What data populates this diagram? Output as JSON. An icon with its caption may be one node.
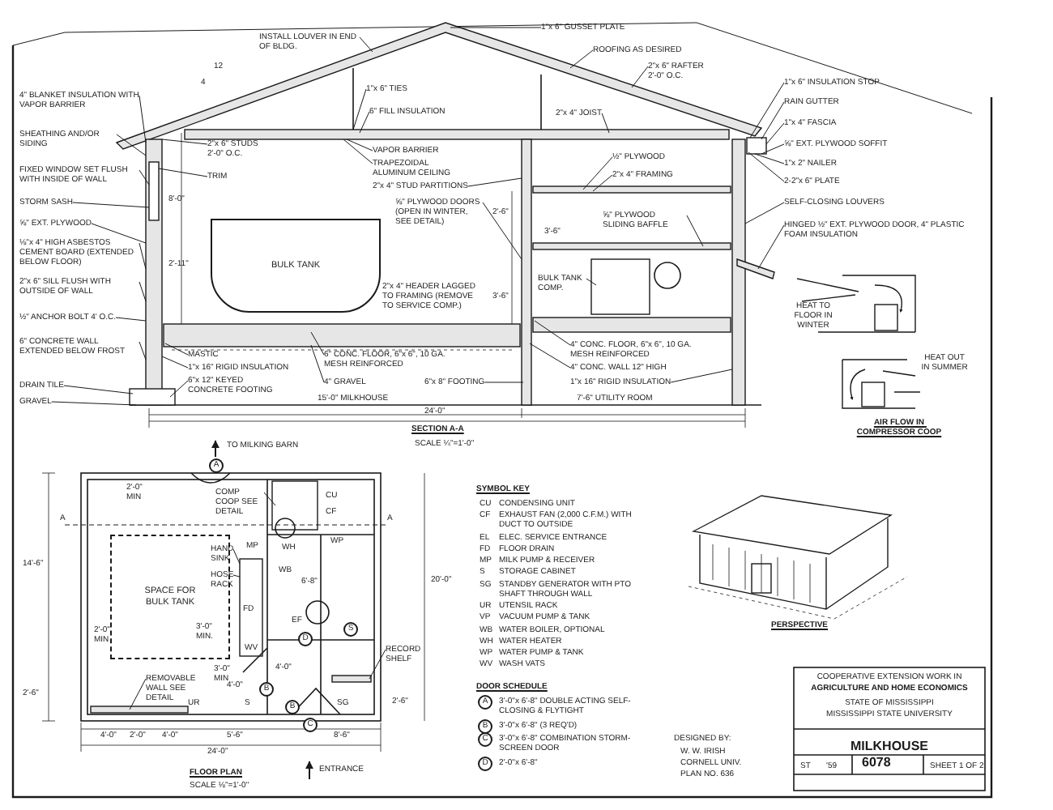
{
  "diagram": {
    "title": "MILKHOUSE",
    "nodes": [
      {
        "text": [
          "INSTALL LOUVER IN END OF BLDG."
        ]
      },
      {
        "text": [
          "4\" BLANKET INSULATION WITH VAPOR BARRIER"
        ]
      },
      {
        "text": [
          "SHEATHING AND/OR SIDING"
        ]
      },
      {
        "text": [
          "2\"x 6\" STUDS 2'-0\" O.C."
        ]
      },
      {
        "text": [
          "FIXED WINDOW SET FLUSH WITH INSIDE OF WALL"
        ]
      },
      {
        "text": [
          "TRIM"
        ]
      },
      {
        "text": [
          "STORM SASH"
        ]
      },
      {
        "text": [
          "⅝\" EXT. PLYWOOD"
        ]
      },
      {
        "text": [
          "⅛\"x 4\" HIGH ASBESTOS CEMENT BOARD (EXTENDED BELOW FLOOR)"
        ]
      },
      {
        "text": [
          "2\"x 6\" SILL FLUSH WITH OUTSIDE OF WALL"
        ]
      },
      {
        "text": [
          "½\" ANCHOR BOLT 4' O.C."
        ]
      },
      {
        "text": [
          "6\" CONCRETE WALL EXTENDED BELOW FROST"
        ]
      },
      {
        "text": [
          "MASTIC"
        ]
      },
      {
        "text": [
          "1\"x 16\" RIGID INSULATION"
        ]
      },
      {
        "text": [
          "6\"x 12\" KEYED CONCRETE FOOTING"
        ]
      },
      {
        "text": [
          "DRAIN TILE"
        ]
      },
      {
        "text": [
          "GRAVEL"
        ]
      },
      {
        "text": [
          "1\"x 6\" GUSSET PLATE"
        ]
      },
      {
        "text": [
          "ROOFING AS DESIRED"
        ]
      },
      {
        "text": [
          "2\"x 6\" RAFTER 2'-0\" O.C."
        ]
      },
      {
        "text": [
          "1\"x 6\" TIES"
        ]
      },
      {
        "text": [
          "6\" FILL INSULATION"
        ]
      },
      {
        "text": [
          "2\"x 4\" JOIST"
        ]
      },
      {
        "text": [
          "VAPOR BARRIER"
        ]
      },
      {
        "text": [
          "TRAPEZOIDAL ALUMINUM CEILING"
        ]
      },
      {
        "text": [
          "2\"x 4\" STUD PARTITIONS"
        ]
      },
      {
        "text": [
          "⅝\" PLYWOOD DOORS (OPEN IN WINTER, SEE DETAIL)"
        ]
      },
      {
        "text": [
          "½\" PLYWOOD"
        ]
      },
      {
        "text": [
          "2\"x 4\" FRAMING"
        ]
      },
      {
        "text": [
          "⅝\" PLYWOOD SLIDING BAFFLE"
        ]
      },
      {
        "text": [
          "BULK TANK COMP."
        ]
      },
      {
        "text": [
          "4\" CONC. FLOOR, 6\"x 6\", 10 GA. MESH REINFORCED"
        ]
      },
      {
        "text": [
          "4\" CONC. WALL 12\" HIGH"
        ]
      },
      {
        "text": [
          "1\"x 16\" RIGID INSULATION"
        ]
      },
      {
        "text": [
          "6\" CONC. FLOOR, 6\"x 6\", 10 GA. MESH REINFORCED"
        ]
      },
      {
        "text": [
          "4\" GRAVEL"
        ]
      },
      {
        "text": [
          "6\"x 8\" FOOTING"
        ]
      },
      {
        "text": [
          "1\"x 6\" INSULATION STOP"
        ]
      },
      {
        "text": [
          "RAIN GUTTER"
        ]
      },
      {
        "text": [
          "1\"x 4\" FASCIA"
        ]
      },
      {
        "text": [
          "⅝\" EXT. PLYWOOD SOFFIT"
        ]
      },
      {
        "text": [
          "1\"x 2\" NAILER"
        ]
      },
      {
        "text": [
          "2-2\"x 6\" PLATE"
        ]
      },
      {
        "text": [
          "SELF-CLOSING LOUVERS"
        ]
      },
      {
        "text": [
          "HINGED ½\" EXT. PLYWOOD DOOR, 4\" PLASTIC FOAM INSULATION"
        ]
      },
      {
        "text": [
          "BULK TANK"
        ]
      },
      {
        "text": [
          "COMP COOP SEE DETAIL"
        ]
      },
      {
        "text": [
          "SPACE FOR BULK TANK"
        ]
      },
      {
        "text": [
          "HAND SINK"
        ]
      },
      {
        "text": [
          "HOSE RACK"
        ]
      },
      {
        "text": [
          "RECORD SHELF"
        ]
      },
      {
        "text": [
          "REMOVABLE WALL SEE DETAIL"
        ]
      },
      {
        "text": [],
        "shape": "bar"
      },
      {
        "text": [],
        "shape": "bar"
      },
      {
        "text": [],
        "shape": "bar"
      },
      {
        "text": [],
        "shape": "box",
        "in": 54
      },
      {
        "text": [],
        "shape": "bar"
      },
      {
        "text": [],
        "shape": "box"
      },
      {
        "text": [],
        "shape": "bar"
      },
      {
        "text": [],
        "shape": "bar"
      },
      {
        "text": [],
        "shape": "bar"
      },
      {
        "text": [],
        "shape": "bar"
      },
      {
        "text": [],
        "shape": "box"
      },
      {
        "text": [],
        "shape": "bar"
      },
      {
        "text": [],
        "shape": "box"
      },
      {
        "text": [],
        "shape": "bar"
      },
      {
        "text": [],
        "shape": "box"
      },
      {
        "text": [],
        "shape": "box"
      },
      {
        "text": [],
        "shape": "bar"
      },
      {
        "text": [],
        "shape": "bar"
      }
    ],
    "edges": [
      {
        "from": 0,
        "to": 52,
        "arrow": "none"
      },
      {
        "from": 1,
        "to": 54,
        "arrow": "none"
      },
      {
        "from": 2,
        "to": 54,
        "arrow": "none"
      },
      {
        "from": 3,
        "to": 54,
        "arrow": "none"
      },
      {
        "from": 4,
        "to": 55,
        "arrow": "none"
      },
      {
        "from": 5,
        "to": 55,
        "arrow": "none"
      },
      {
        "from": 6,
        "to": 55,
        "arrow": "none"
      },
      {
        "from": 7,
        "to": 54,
        "arrow": "none"
      },
      {
        "from": 8,
        "to": 54,
        "arrow": "none"
      },
      {
        "from": 9,
        "to": 54,
        "arrow": "none"
      },
      {
        "from": 10,
        "to": 54,
        "arrow": "none"
      },
      {
        "from": 11,
        "to": 54,
        "arrow": "none"
      },
      {
        "from": 12,
        "to": 56,
        "arrow": "none"
      },
      {
        "from": 13,
        "to": 54,
        "arrow": "none"
      },
      {
        "from": 14,
        "to": 57,
        "arrow": "none"
      },
      {
        "from": 15,
        "to": 57,
        "arrow": "none"
      },
      {
        "from": 16,
        "to": 57,
        "arrow": "none"
      },
      {
        "from": 17,
        "to": 52,
        "arrow": "none"
      },
      {
        "from": 18,
        "to": 52,
        "arrow": "none"
      },
      {
        "from": 19,
        "to": 52,
        "arrow": "none"
      },
      {
        "from": 20,
        "to": 53,
        "arrow": "none"
      },
      {
        "from": 21,
        "to": 53,
        "arrow": "none"
      },
      {
        "from": 22,
        "to": 53,
        "arrow": "none"
      },
      {
        "from": 23,
        "to": 53,
        "arrow": "none"
      },
      {
        "from": 24,
        "to": 53,
        "arrow": "none"
      },
      {
        "from": 25,
        "to": 58,
        "arrow": "none"
      },
      {
        "from": 26,
        "to": 58,
        "arrow": "none"
      },
      {
        "from": 27,
        "to": 59,
        "arrow": "none"
      },
      {
        "from": 28,
        "to": 59,
        "arrow": "none"
      },
      {
        "from": 29,
        "to": 60,
        "arrow": "none"
      },
      {
        "from": 30,
        "to": 62,
        "arrow": "none"
      },
      {
        "from": 31,
        "to": 61,
        "arrow": "none"
      },
      {
        "from": 32,
        "to": 58,
        "arrow": "none"
      },
      {
        "from": 33,
        "to": 63,
        "arrow": "none"
      },
      {
        "from": 34,
        "to": 56,
        "arrow": "none"
      },
      {
        "from": 35,
        "to": 56,
        "arrow": "none"
      },
      {
        "from": 36,
        "to": 58,
        "arrow": "none"
      },
      {
        "from": 37,
        "to": 64,
        "arrow": "none"
      },
      {
        "from": 38,
        "to": 64,
        "arrow": "none"
      },
      {
        "from": 39,
        "to": 64,
        "arrow": "none"
      },
      {
        "from": 40,
        "to": 64,
        "arrow": "none"
      },
      {
        "from": 41,
        "to": 64,
        "arrow": "none"
      },
      {
        "from": 42,
        "to": 64,
        "arrow": "none"
      },
      {
        "from": 43,
        "to": 63,
        "arrow": "none"
      },
      {
        "from": 44,
        "to": 65,
        "arrow": "none"
      },
      {
        "from": 46,
        "to": 66,
        "arrow": "none"
      },
      {
        "from": 48,
        "to": 67,
        "arrow": "none"
      },
      {
        "from": 49,
        "to": 67,
        "arrow": "none"
      },
      {
        "from": 50,
        "to": 68,
        "arrow": "none"
      },
      {
        "from": 51,
        "to": 69,
        "arrow": "none"
      }
    ],
    "labels": [
      "12",
      "4",
      "8'-0\"",
      "2'-11\"",
      "2'-6\"",
      "3'-6\"",
      "3'-6\"",
      "2\"x 4\" HEADER LAGGED TO FRAMING (REMOVE TO SERVICE COMP.)",
      "15'-0\" MILKHOUSE",
      "7'-6\" UTILITY ROOM",
      "24'-0\"",
      "SECTION A-A",
      "SCALE ¼\"=1'-0\"",
      "HEAT TO FLOOR IN WINTER",
      "HEAT OUT IN SUMMER",
      "AIR FLOW IN COMPRESSOR COOP",
      "TO MILKING BARN",
      "A",
      "A",
      "A",
      "2'-0\" MIN",
      "CU",
      "CF",
      "WP",
      "MP",
      "WH",
      "WB",
      "14'-6\"",
      "20'-0\"",
      "2'-0\" MIN",
      "3'-0\" MIN.",
      "FD",
      "WV",
      "EF",
      "D",
      "6'-8\"",
      "S",
      "4'-0\"",
      "3'-0\" MIN",
      "4'-0\"",
      "B",
      "B",
      "C",
      "UR",
      "S",
      "SG",
      "2'-6\"",
      "2'-6\"",
      "4'-0\"",
      "2'-0\"",
      "4'-0\"",
      "5'-6\"",
      "8'-6\"",
      "24'-0\"",
      "ENTRANCE",
      "FLOOR PLAN",
      "SCALE ⅛\"=1'-0\"",
      "SYMBOL KEY",
      "CU",
      "CONDENSING UNIT",
      "CF",
      "EXHAUST FAN (2,000 C.F.M.) WITH DUCT TO OUTSIDE",
      "EL",
      "ELEC. SERVICE ENTRANCE",
      "FD",
      "FLOOR DRAIN",
      "MP",
      "MILK PUMP & RECEIVER",
      "S",
      "STORAGE CABINET",
      "SG",
      "STANDBY GENERATOR WITH PTO SHAFT THROUGH WALL",
      "UR",
      "UTENSIL RACK",
      "VP",
      "VACUUM PUMP & TANK",
      "WB",
      "WATER BOILER, OPTIONAL",
      "WH",
      "WATER HEATER",
      "WP",
      "WATER PUMP & TANK",
      "WV",
      "WASH VATS",
      "DOOR SCHEDULE",
      "A",
      "3'-0\"x 6'-8\" DOUBLE ACTING SELF-CLOSING & FLYTIGHT",
      "B",
      "3'-0\"x 6'-8\" (3 REQ'D)",
      "C",
      "3'-0\"x 6'-8\" COMBINATION STORM-SCREEN DOOR",
      "D",
      "2'-0\"x 6'-8\"",
      "DESIGNED BY:",
      "W. W. IRISH",
      "CORNELL UNIV.",
      "PLAN NO. 636",
      "PERSPECTIVE",
      "COOPERATIVE EXTENSION WORK IN",
      "AGRICULTURE AND HOME ECONOMICS",
      "STATE OF MISSISSIPPI",
      "MISSISSIPPI STATE UNIVERSITY",
      "ST",
      "'59",
      "6078",
      "SHEET 1 OF 2"
    ]
  }
}
